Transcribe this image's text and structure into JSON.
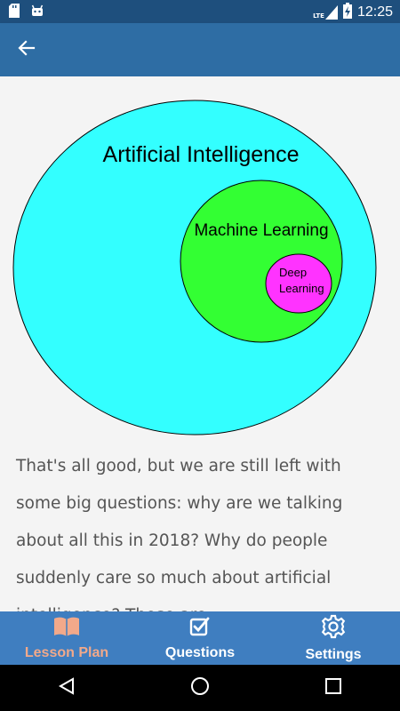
{
  "status_bar": {
    "time": "12:25",
    "network": "LTE",
    "icons": [
      "sd-card-icon",
      "android-icon",
      "lte-signal-icon",
      "battery-charging-icon"
    ]
  },
  "app_bar": {
    "back_icon": "arrow-back-icon"
  },
  "diagram": {
    "outer_label": "Artificial Intelligence",
    "middle_label": "Machine Learning",
    "inner_label_line1": "Deep",
    "inner_label_line2": "Learning",
    "colors": {
      "outer": "#33ffff",
      "middle": "#33ff33",
      "inner": "#ff33ff"
    }
  },
  "paragraph": {
    "text": "That's all good, but we are still left with some big questions: why are we talking about all this in 2018? Why do people suddenly care so much about artificial intelligence? These are"
  },
  "bottom_nav": {
    "items": [
      {
        "label": "Lesson Plan",
        "icon": "book-icon",
        "active": true
      },
      {
        "label": "Questions",
        "icon": "checkbox-edit-icon",
        "active": false
      },
      {
        "label": "Settings",
        "icon": "gear-icon",
        "active": false
      }
    ],
    "colors": {
      "background": "#3f7ec0",
      "active": "#f2a98a"
    }
  },
  "system_nav": {
    "icons": [
      "back-triangle-icon",
      "home-circle-icon",
      "recents-square-icon"
    ]
  }
}
